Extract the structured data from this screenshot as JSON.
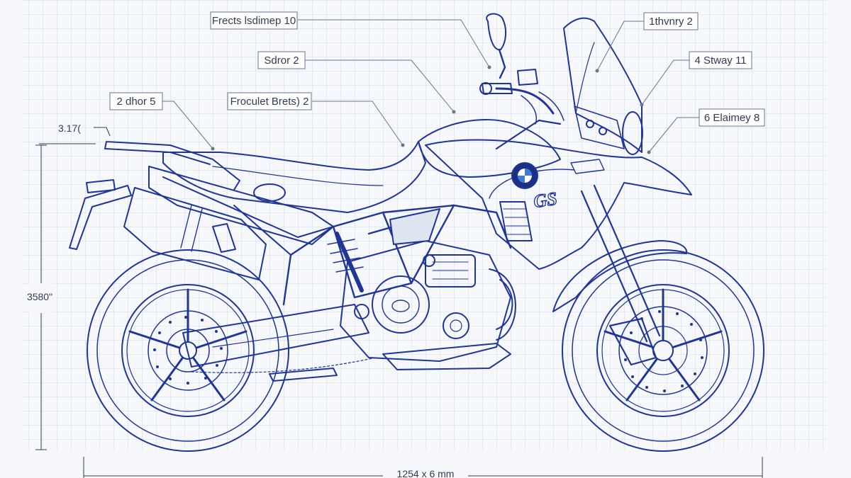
{
  "colors": {
    "paper": "#f7f8fb",
    "grid": "#c9d3e6",
    "ink": "#1f3597",
    "label_text": "#333a55",
    "leader": "#6a7490"
  },
  "callouts": {
    "top_center": "Frects lsdimep 10",
    "mid_center": "Sdror 2",
    "left": "2 dhor 5",
    "center_lower": "Froculet Brets) 2",
    "top_right": "1thvnry 2",
    "right_mid": "4 Stway 11",
    "right_lower": "6 Elaimey 8"
  },
  "dimensions": {
    "left_top": "3.17(",
    "left_vertical": "3580\"",
    "bottom_overall": "1254 x 6 mm"
  },
  "badge": {
    "brand_icon": "bmw-roundel-icon",
    "model_script": "GS"
  }
}
